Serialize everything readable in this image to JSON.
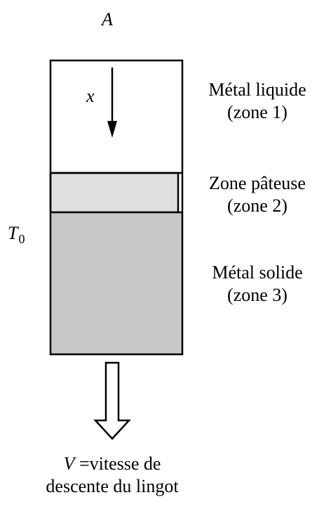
{
  "labels": {
    "top": "A",
    "axis": "x",
    "temperature": {
      "symbol": "T",
      "subscript": "0"
    },
    "zone1": {
      "line1": "Métal liquide",
      "line2": "(zone 1)"
    },
    "zone2": {
      "line1": "Zone pâteuse",
      "line2": "(zone 2)"
    },
    "zone3": {
      "line1": "Métal solide",
      "line2": "(zone 3)"
    },
    "velocity": {
      "symbol": "V",
      "line1_rest": " =vitesse de",
      "line2": "descente du lingot"
    }
  },
  "colors": {
    "liquid": "#ffffff",
    "mushy": "#e0e0e0",
    "solid": "#c8c8c8",
    "stroke": "#000000"
  }
}
